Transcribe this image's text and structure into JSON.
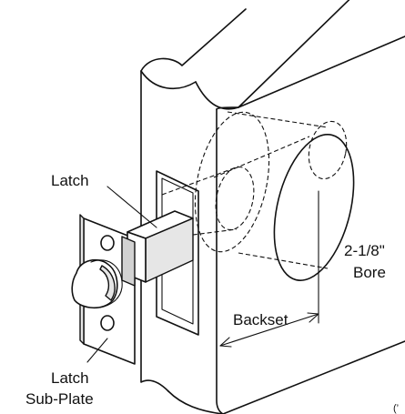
{
  "labels": {
    "latch": "Latch",
    "bore_size": "2-1/8\"",
    "bore": "Bore",
    "backset": "Backset",
    "latch_subplate_line1": "Latch",
    "latch_subplate_line2": "Sub-Plate",
    "corner_mark": "(’"
  },
  "colors": {
    "ink": "#111111",
    "background": "#ffffff",
    "shade_light": "#e6e6e6",
    "shade_dark": "#d2d2d2"
  }
}
